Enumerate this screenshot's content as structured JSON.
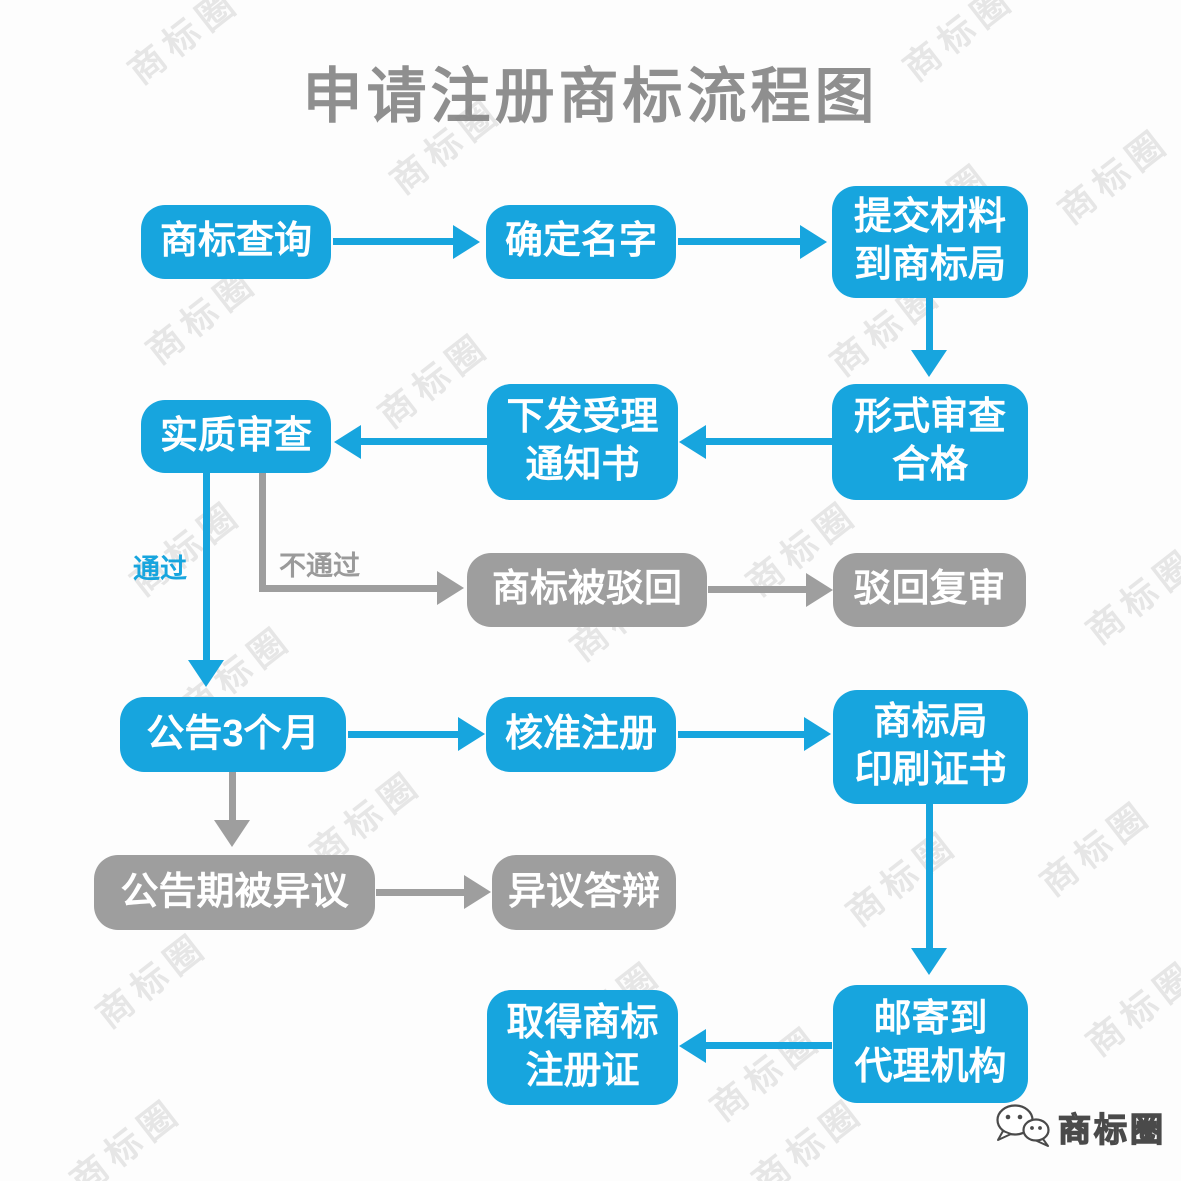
{
  "title": "申请注册商标流程图",
  "colors": {
    "node_blue": "#17a5de",
    "node_gray": "#9e9e9e",
    "title_gray": "#8f8f8f"
  },
  "nodes": {
    "search": {
      "label": "商标查询"
    },
    "name": {
      "label": "确定名字"
    },
    "submit": {
      "label": "提交材料\n到商标局"
    },
    "formal": {
      "label": "形式审查\n合格"
    },
    "notice": {
      "label": "下发受理\n通知书"
    },
    "substantive": {
      "label": "实质审查"
    },
    "rejected": {
      "label": "商标被驳回"
    },
    "review": {
      "label": "驳回复审"
    },
    "announce": {
      "label": "公告3个月"
    },
    "approve": {
      "label": "核准注册"
    },
    "print": {
      "label": "商标局\n印刷证书"
    },
    "opposed": {
      "label": "公告期被异议"
    },
    "defense": {
      "label": "异议答辩"
    },
    "mail": {
      "label": "邮寄到\n代理机构"
    },
    "certificate": {
      "label": "取得商标\n注册证"
    }
  },
  "edge_labels": {
    "pass": "通过",
    "fail": "不通过"
  },
  "watermark": {
    "text": "商标圈"
  },
  "footer": {
    "brand": "商标圈"
  }
}
